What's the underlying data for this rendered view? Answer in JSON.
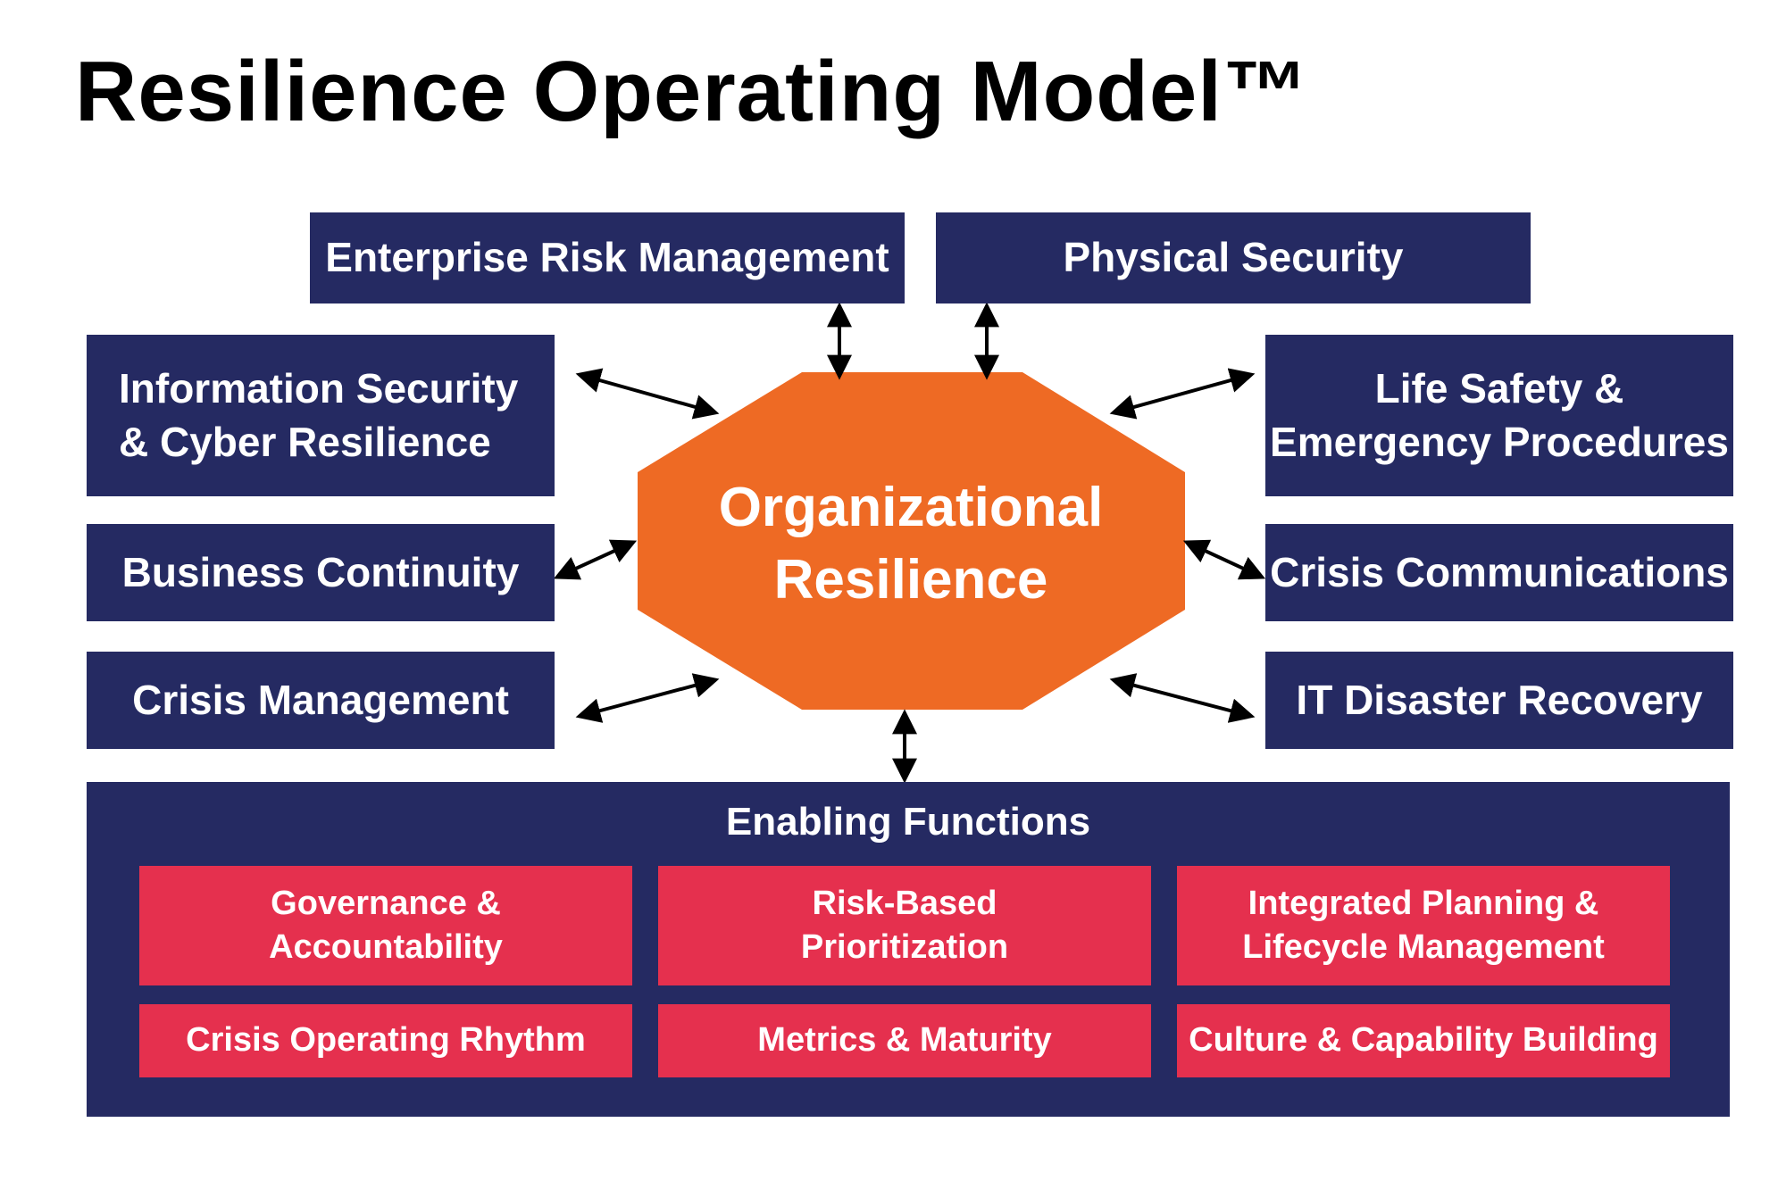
{
  "title": "Resilience Operating Model™",
  "center": {
    "label": "Organizational\nResilience"
  },
  "top_boxes": [
    "Enterprise Risk Management",
    "Physical Security"
  ],
  "left_boxes": [
    "Information Security\n& Cyber Resilience",
    "Business Continuity",
    "Crisis Management"
  ],
  "right_boxes": [
    "Life Safety &\nEmergency Procedures",
    "Crisis Communications",
    "IT Disaster Recovery"
  ],
  "enabling": {
    "title": "Enabling Functions",
    "functions": [
      "Governance &\nAccountability",
      "Risk-Based\nPrioritization",
      "Integrated Planning &\nLifecycle Management",
      "Crisis Operating Rhythm",
      "Metrics & Maturity",
      "Culture & Capability Building"
    ]
  },
  "colors": {
    "navy": "#252a62",
    "orange": "#ee6a24",
    "red": "#e5304e",
    "arrow": "#000000"
  }
}
